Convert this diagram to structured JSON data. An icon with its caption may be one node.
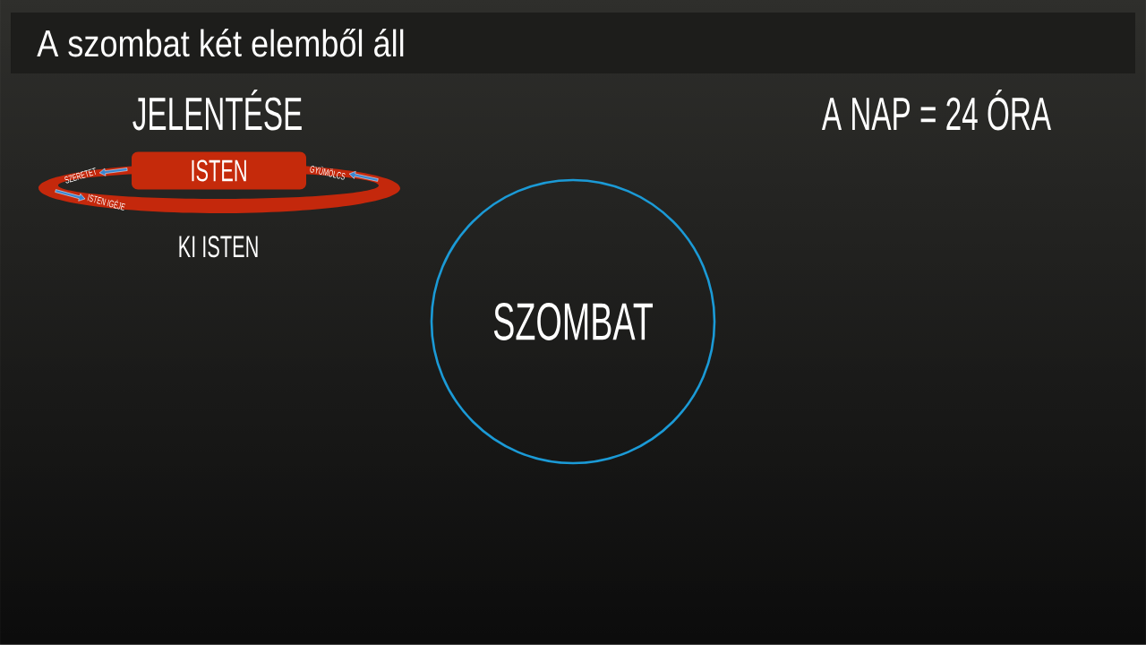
{
  "diagram": {
    "title": "A szombat két elemből áll",
    "nodes": [
      {
        "text": [
          "ISTEN"
        ]
      },
      {
        "text": [
          "SZERETET",
          "GYÜMÖLCS",
          "ISTEN IGÉJE"
        ]
      },
      {
        "text": [
          "SZOMBAT"
        ]
      }
    ],
    "labels": [
      "JELENTÉSE",
      "A NAP = 24 ÓRA",
      "KI ISTEN"
    ]
  }
}
